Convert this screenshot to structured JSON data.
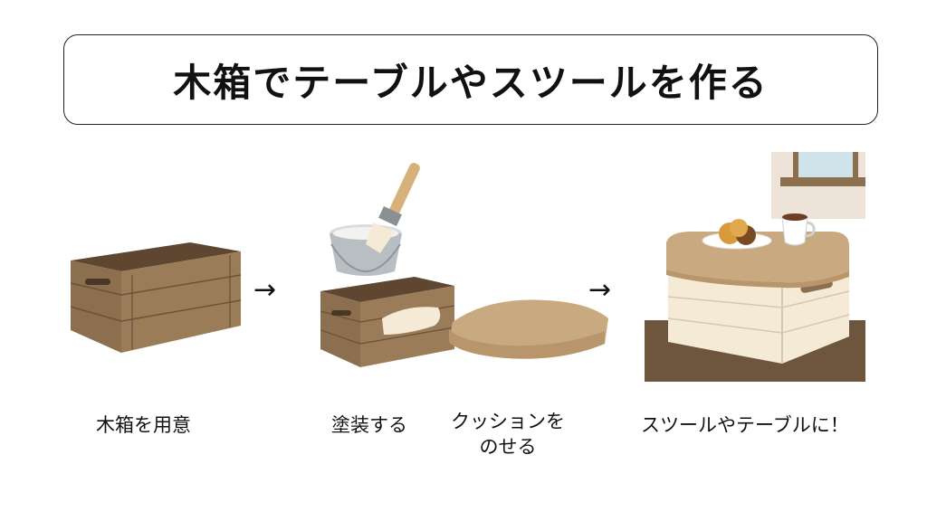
{
  "title": "木箱でテーブルやスツールを作る",
  "steps": [
    {
      "label": "木箱を用意"
    },
    {
      "label": "塗装する"
    },
    {
      "label_line1": "クッションを",
      "label_line2": "のせる"
    },
    {
      "label": "スツールやテーブルに！"
    }
  ],
  "arrows": [
    "→",
    "→"
  ],
  "colors": {
    "wood": "#8b6f4e",
    "wood_dark": "#6b523a",
    "cushion": "#c9a97f",
    "painted": "#f4ead6",
    "floor": "#6e553d"
  }
}
